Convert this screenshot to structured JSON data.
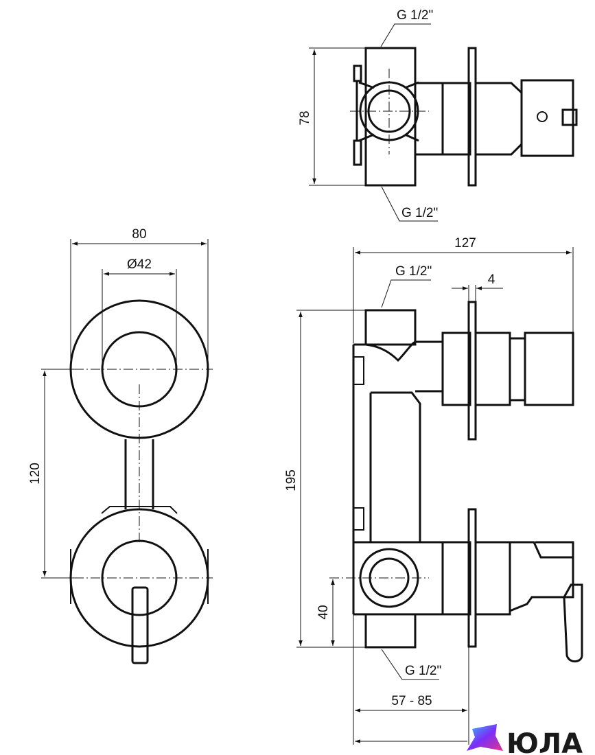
{
  "dimensions": {
    "top_height": "78",
    "top_thread_upper": "G 1/2\"",
    "top_thread_lower": "G 1/2\"",
    "front_width": "80",
    "front_diameter": "Ø42",
    "front_spacing": "120",
    "side_width": "127",
    "side_thread_upper": "G 1/2\"",
    "plate_thickness": "4",
    "side_height": "195",
    "side_offset": "40",
    "side_thread_lower": "G 1/2\"",
    "install_depth": "57 - 85"
  },
  "brand": {
    "name": "ЮЛА",
    "colors": {
      "primary": "#7b2ff7",
      "secondary": "#2ec5f5"
    }
  }
}
